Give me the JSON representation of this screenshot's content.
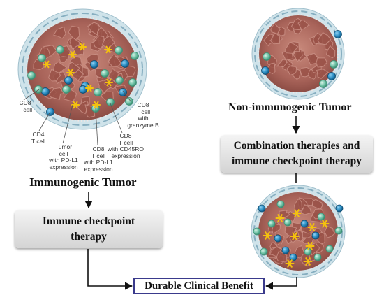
{
  "left": {
    "title": "Immunogenic Tumor",
    "box": [
      "Immune checkpoint",
      "therapy"
    ],
    "callouts": {
      "cd8": [
        "CD8",
        "T cell"
      ],
      "cd4": [
        "CD4",
        "T cell"
      ],
      "tumor_pdl1": [
        "Tumor",
        "cell",
        "with PD-L1",
        "expression"
      ],
      "cd8_pdl1": [
        "CD8",
        "T cell",
        "with PD-L1",
        "expression"
      ],
      "cd8_cd45ro": [
        "CD8",
        "T cell",
        "with CD45RO",
        "expression"
      ],
      "cd8_granzyme": [
        "CD8",
        "T cell",
        "with",
        "granzyme B"
      ]
    }
  },
  "right": {
    "title": "Non-immunogenic Tumor",
    "box": [
      "Combination therapies and",
      "immune checkpoint therapy"
    ]
  },
  "outcome": "Durable Clinical Benefit",
  "colors": {
    "tumor_fill": "#b06a5e",
    "tumor_cell": "#9a5248",
    "stroma": "#8fb8c8",
    "t_cell_blue": "#2c8fc4",
    "t_cell_green": "#6fc2a6",
    "granzyme_star": "#f4c20d",
    "outcome_border": "#3a3a8c"
  }
}
